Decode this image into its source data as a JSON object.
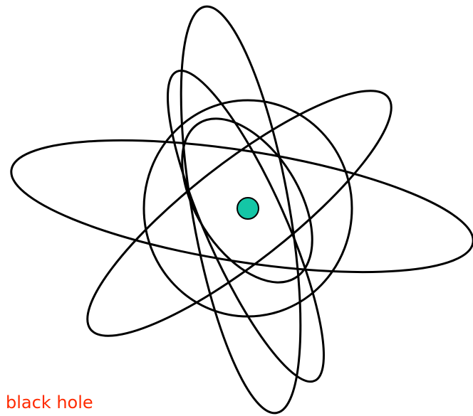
{
  "diagram": {
    "caption": "black hole",
    "colors": {
      "orbit_stroke": "#000000",
      "center_fill": "#14c6a6",
      "center_stroke": "#000000",
      "caption_text": "#ff2a00",
      "background": "#ffffff"
    },
    "elements": {
      "orbit_count": 6,
      "center_object": "central-mass"
    }
  }
}
